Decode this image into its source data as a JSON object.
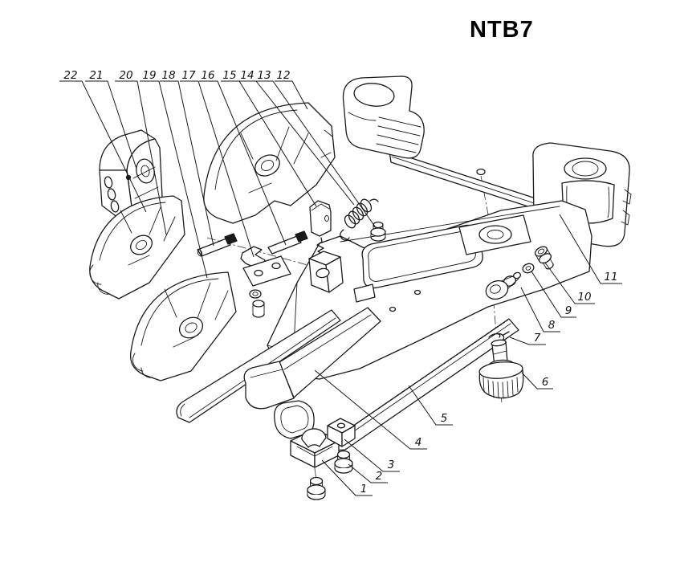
{
  "title": "NTB7",
  "colors": {
    "background": "#ffffff",
    "line_art": "#1a1a1a"
  },
  "callouts": {
    "c1": "1",
    "c2": "2",
    "c3": "3",
    "c4": "4",
    "c5": "5",
    "c6": "6",
    "c7": "7",
    "c8": "8",
    "c9": "9",
    "c10": "10",
    "c11": "11",
    "c12": "12",
    "c13": "13",
    "c14": "14",
    "c15": "15",
    "c16": "16",
    "c17": "17",
    "c18": "18",
    "c19": "19",
    "c20": "20",
    "c21": "21",
    "c22": "22"
  }
}
